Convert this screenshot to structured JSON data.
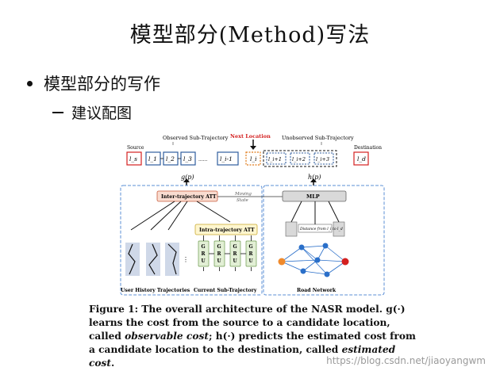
{
  "slide": {
    "title": "模型部分(Method)写法",
    "bullet": "模型部分的写作",
    "sub_bullet": "建议配图"
  },
  "figure": {
    "labels": {
      "observed": "Observed Sub-Trajectory",
      "next_location": "Next Location",
      "unobserved": "Unobserved Sub-Trajectory",
      "source": "Source",
      "destination": "Destination",
      "inter_att": "Inter-trajectory ATT",
      "intra_att": "Intra-trajectory ATT",
      "mlp": "MLP",
      "moving_state_1": "Moving",
      "moving_state_2": "State",
      "distance": "Distance from l_i to l_d",
      "user_history": "User History Trajectories",
      "current_sub": "Current Sub-Trajectory",
      "road_network": "Road Network",
      "g_func": "g(p)",
      "h_func": "h(p)"
    },
    "observed_nodes": [
      "l_s",
      "l_1",
      "l_2",
      "l_3",
      "......",
      "l_i-1"
    ],
    "next_node": "l_i",
    "unobserved_nodes": [
      "l_i+1",
      "l_i+2",
      "l_i+3"
    ],
    "dest_node": "l_d",
    "gru_labels": [
      "G",
      "R",
      "U"
    ],
    "colors": {
      "red": "#d42020",
      "blue": "#2f5e9e",
      "orange_fill": "#f9dcd0",
      "green_fill": "#e2efd5",
      "yellow_fill": "#fff6cf",
      "gray_fill": "#d9d9d9",
      "node_blue": "#2a6fc9",
      "dashed_blue": "#5b8fd6"
    }
  },
  "caption": {
    "part1": "Figure 1: The overall architecture of the NASR model. g(·) learns the cost from the source to a candidate location, called ",
    "it1": "observable cost",
    "part2": "; h(·) predicts the estimated cost from a candidate location to the destination, called ",
    "it2": "estimated cost",
    "part3": "."
  },
  "watermark": "https://blog.csdn.net/jiaoyangwm"
}
